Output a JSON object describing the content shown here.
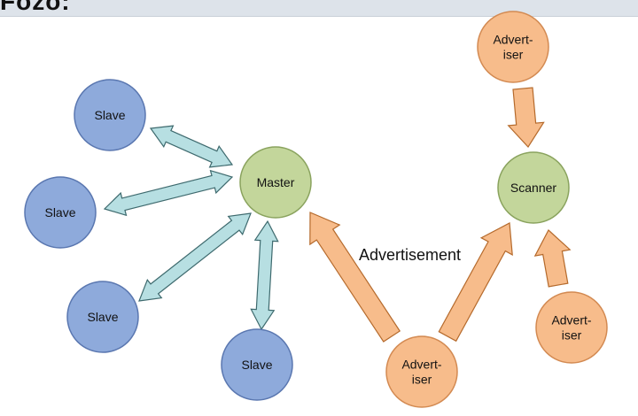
{
  "header": {
    "title": "Fozo:"
  },
  "colors": {
    "slave_fill": "#8eaadb",
    "slave_stroke": "#5a77b0",
    "center_fill": "#c3d69b",
    "center_stroke": "#8aa35e",
    "advertiser_fill": "#f7bc8b",
    "advertiser_stroke": "#d38a52",
    "link_arrow_fill": "#b7dfe2",
    "link_arrow_stroke": "#3e6a6e",
    "adv_arrow_fill": "#f7bc8b",
    "adv_arrow_stroke": "#b56a2c"
  },
  "nodes": {
    "slave_1": {
      "label": "Slave",
      "role": "slave"
    },
    "slave_2": {
      "label": "Slave",
      "role": "slave"
    },
    "slave_3": {
      "label": "Slave",
      "role": "slave"
    },
    "slave_4": {
      "label": "Slave",
      "role": "slave"
    },
    "master": {
      "label": "Master",
      "role": "center"
    },
    "scanner": {
      "label": "Scanner",
      "role": "center"
    },
    "advertiser_top": {
      "label_lines": [
        "Advert-",
        "iser"
      ],
      "role": "advertiser"
    },
    "advertiser_right": {
      "label_lines": [
        "Advert-",
        "iser"
      ],
      "role": "advertiser"
    },
    "advertiser_bottom": {
      "label_lines": [
        "Advert-",
        "iser"
      ],
      "role": "advertiser"
    }
  },
  "edges": [
    {
      "from": "slave_1",
      "to": "master",
      "style": "double"
    },
    {
      "from": "slave_2",
      "to": "master",
      "style": "double"
    },
    {
      "from": "slave_3",
      "to": "master",
      "style": "double"
    },
    {
      "from": "slave_4",
      "to": "master",
      "style": "double"
    },
    {
      "from": "advertiser_bottom",
      "to": "master",
      "style": "single"
    },
    {
      "from": "advertiser_bottom",
      "to": "scanner",
      "style": "single"
    },
    {
      "from": "advertiser_top",
      "to": "scanner",
      "style": "single"
    },
    {
      "from": "advertiser_right",
      "to": "scanner",
      "style": "single"
    }
  ],
  "annotations": {
    "advertisement": "Advertisement"
  }
}
